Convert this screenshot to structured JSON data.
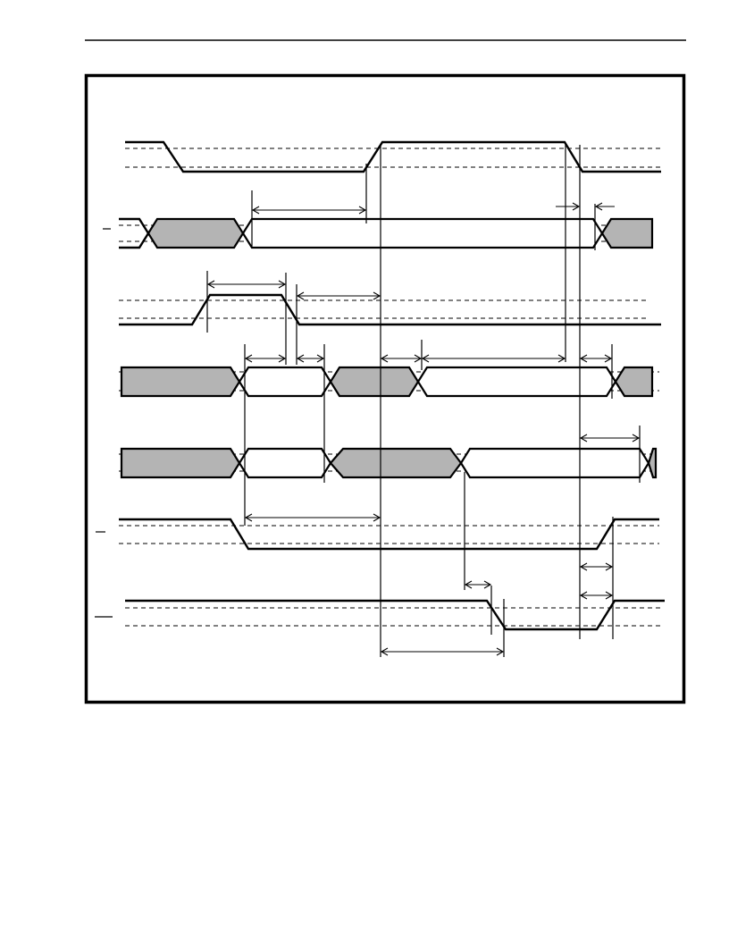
{
  "diagram": {
    "kind": "timing-diagram",
    "colors": {
      "line": "#000000",
      "bus_shaded": "#b4b4b4",
      "bus_open": "#ffffff",
      "background": "#ffffff"
    },
    "signals": [
      {
        "id": "sig-1",
        "kind": "clock",
        "signal_label": "",
        "active_low": false
      },
      {
        "id": "sig-2",
        "kind": "bus",
        "signal_label": "",
        "active_low": true
      },
      {
        "id": "sig-3",
        "kind": "strobe",
        "signal_label": "",
        "active_low": false
      },
      {
        "id": "sig-4",
        "kind": "bus",
        "signal_label": "",
        "active_low": false
      },
      {
        "id": "sig-5",
        "kind": "bus",
        "signal_label": "",
        "active_low": false
      },
      {
        "id": "sig-6",
        "kind": "control",
        "signal_label": "",
        "active_low": true
      },
      {
        "id": "sig-7",
        "kind": "control",
        "signal_label": "",
        "active_low": true
      }
    ],
    "timing_parameters_labeled": []
  }
}
